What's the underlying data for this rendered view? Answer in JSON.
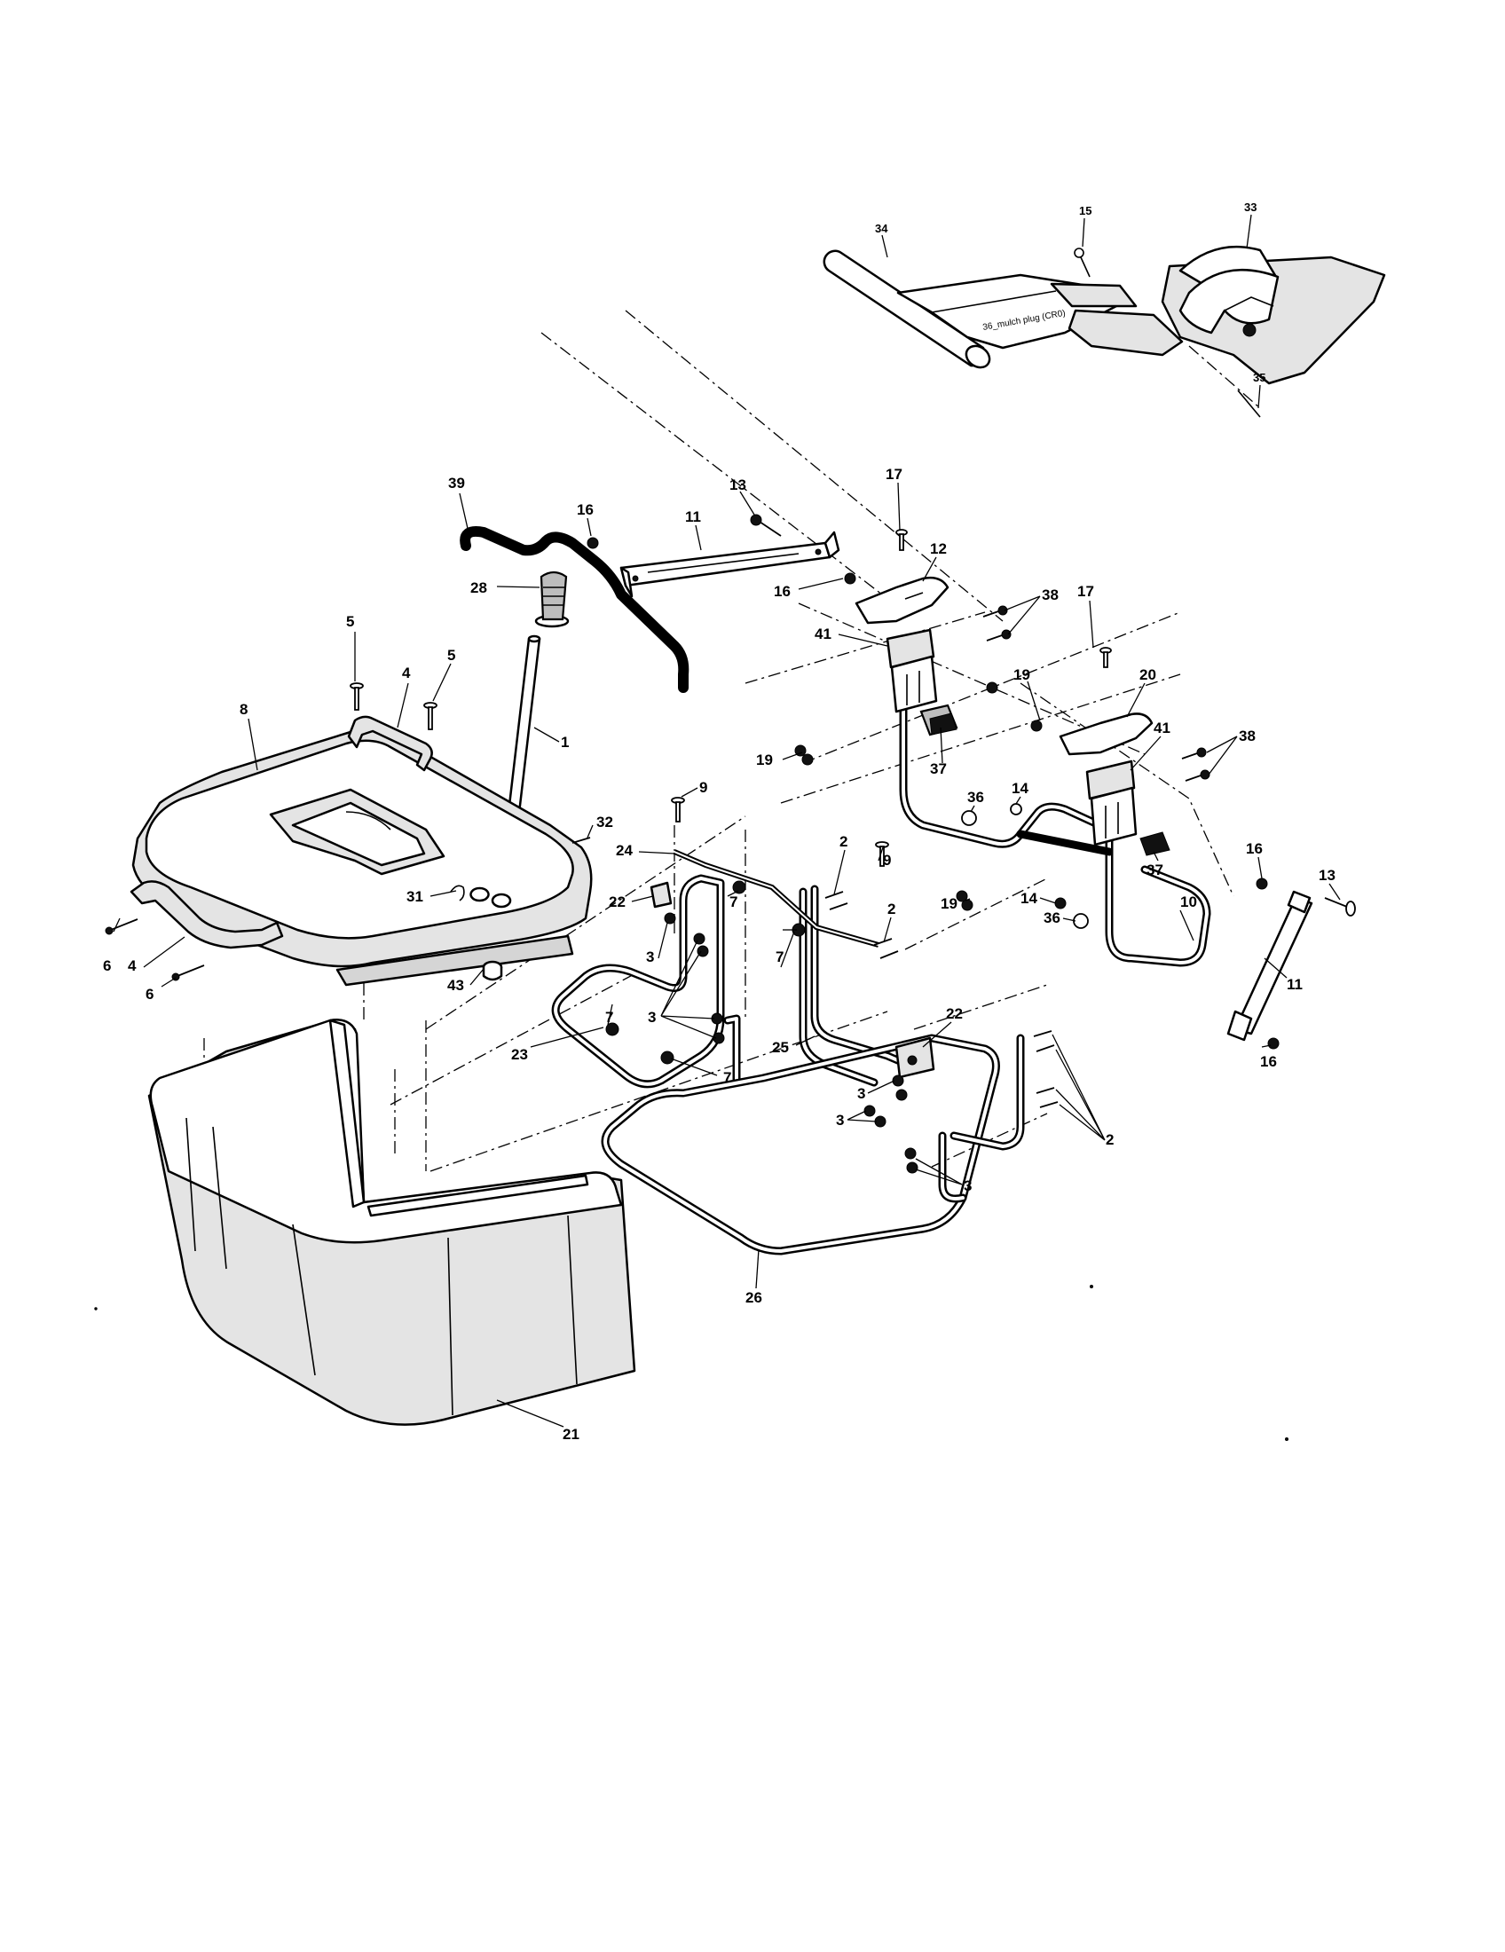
{
  "callouts": [
    {
      "id": "c34",
      "text": "34"
    },
    {
      "id": "c15",
      "text": "15"
    },
    {
      "id": "c33",
      "text": "33"
    },
    {
      "id": "c35",
      "text": "35"
    },
    {
      "id": "c39",
      "text": "39"
    },
    {
      "id": "c13a",
      "text": "13"
    },
    {
      "id": "c16a",
      "text": "16"
    },
    {
      "id": "c11a",
      "text": "11"
    },
    {
      "id": "c17a",
      "text": "17"
    },
    {
      "id": "c12",
      "text": "12"
    },
    {
      "id": "c28",
      "text": "28"
    },
    {
      "id": "c16b",
      "text": "16"
    },
    {
      "id": "c38a",
      "text": "38"
    },
    {
      "id": "c41a",
      "text": "41"
    },
    {
      "id": "c17b",
      "text": "17"
    },
    {
      "id": "c5a",
      "text": "5"
    },
    {
      "id": "c4a",
      "text": "4"
    },
    {
      "id": "c5b",
      "text": "5"
    },
    {
      "id": "c19a",
      "text": "19"
    },
    {
      "id": "c20",
      "text": "20"
    },
    {
      "id": "c8",
      "text": "8"
    },
    {
      "id": "c1",
      "text": "1"
    },
    {
      "id": "c37a",
      "text": "37"
    },
    {
      "id": "c38b",
      "text": "38"
    },
    {
      "id": "c19b",
      "text": "19"
    },
    {
      "id": "c41b",
      "text": "41"
    },
    {
      "id": "c9a",
      "text": "9"
    },
    {
      "id": "c36a",
      "text": "36"
    },
    {
      "id": "c14a",
      "text": "14"
    },
    {
      "id": "c32",
      "text": "32"
    },
    {
      "id": "c37b",
      "text": "37"
    },
    {
      "id": "c24",
      "text": "24"
    },
    {
      "id": "c2a",
      "text": "2"
    },
    {
      "id": "c9b",
      "text": "9"
    },
    {
      "id": "c31",
      "text": "31"
    },
    {
      "id": "c22a",
      "text": "22"
    },
    {
      "id": "c16c",
      "text": "16"
    },
    {
      "id": "c13b",
      "text": "13"
    },
    {
      "id": "c7a",
      "text": "7"
    },
    {
      "id": "c2b",
      "text": "2"
    },
    {
      "id": "c19c",
      "text": "19"
    },
    {
      "id": "c14b",
      "text": "14"
    },
    {
      "id": "c10",
      "text": "10"
    },
    {
      "id": "c36b",
      "text": "36"
    },
    {
      "id": "c6a",
      "text": "6"
    },
    {
      "id": "c4b",
      "text": "4"
    },
    {
      "id": "c3a",
      "text": "3"
    },
    {
      "id": "c7b",
      "text": "7"
    },
    {
      "id": "c11b",
      "text": "11"
    },
    {
      "id": "c43",
      "text": "43"
    },
    {
      "id": "c6b",
      "text": "6"
    },
    {
      "id": "c3b",
      "text": "3"
    },
    {
      "id": "c7c",
      "text": "7"
    },
    {
      "id": "c22b",
      "text": "22"
    },
    {
      "id": "c23",
      "text": "23"
    },
    {
      "id": "c7d",
      "text": "7"
    },
    {
      "id": "c25",
      "text": "25"
    },
    {
      "id": "c16d",
      "text": "16"
    },
    {
      "id": "c3c",
      "text": "3"
    },
    {
      "id": "c3d",
      "text": "3"
    },
    {
      "id": "c2c",
      "text": "2"
    },
    {
      "id": "c3e",
      "text": "3"
    },
    {
      "id": "c26",
      "text": "26"
    },
    {
      "id": "c21",
      "text": "21"
    }
  ],
  "inset_caption": "36_mulch plug (CR0)"
}
